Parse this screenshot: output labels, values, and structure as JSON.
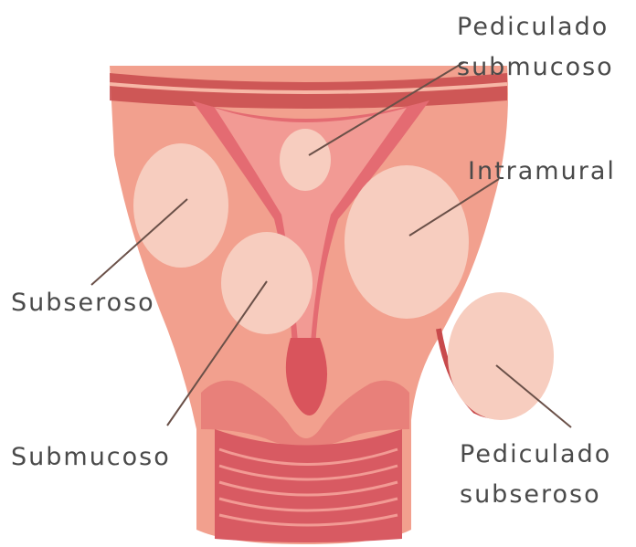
{
  "labels": {
    "pediculado_submucoso": [
      "Pediculado",
      "submucoso"
    ],
    "intramural": "Intramural",
    "subseroso": "Subseroso",
    "submucoso": "Submucoso",
    "pediculado_subseroso": [
      "Pediculado",
      "subseroso"
    ]
  },
  "colors": {
    "tissue": "#f2a08e",
    "tissue_light": "#f7b7a6",
    "muscle_dark": "#c84a4c",
    "lining": "#e46b72",
    "fibroid": "#f7cdbf",
    "leader": "#6a5048",
    "text": "#4a4a4a"
  }
}
